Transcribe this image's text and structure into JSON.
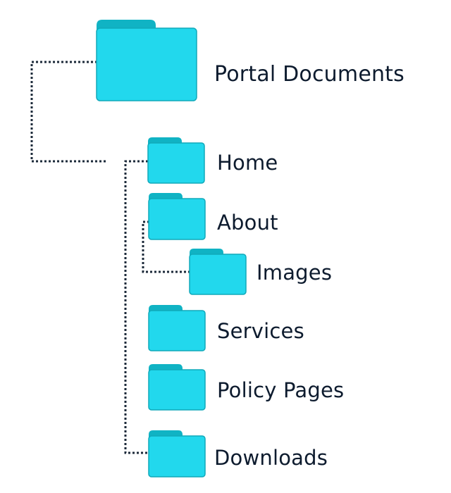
{
  "colors": {
    "folder_body": "#22d8ed",
    "folder_tab": "#10b3c4",
    "folder_stroke": "#11a9ba",
    "connector": "#1c2a3a",
    "text": "#0d1b2e"
  },
  "tree": {
    "root": {
      "label": "Portal Documents",
      "icon": "folder-icon"
    },
    "children": [
      {
        "id": "home",
        "label": "Home",
        "icon": "folder-icon"
      },
      {
        "id": "about",
        "label": "About",
        "icon": "folder-icon"
      },
      {
        "id": "images",
        "label": "Images",
        "icon": "folder-icon",
        "parent": "about"
      },
      {
        "id": "services",
        "label": "Services",
        "icon": "folder-icon"
      },
      {
        "id": "policy-pages",
        "label": "Policy Pages",
        "icon": "folder-icon"
      },
      {
        "id": "downloads",
        "label": "Downloads",
        "icon": "folder-icon"
      }
    ]
  }
}
